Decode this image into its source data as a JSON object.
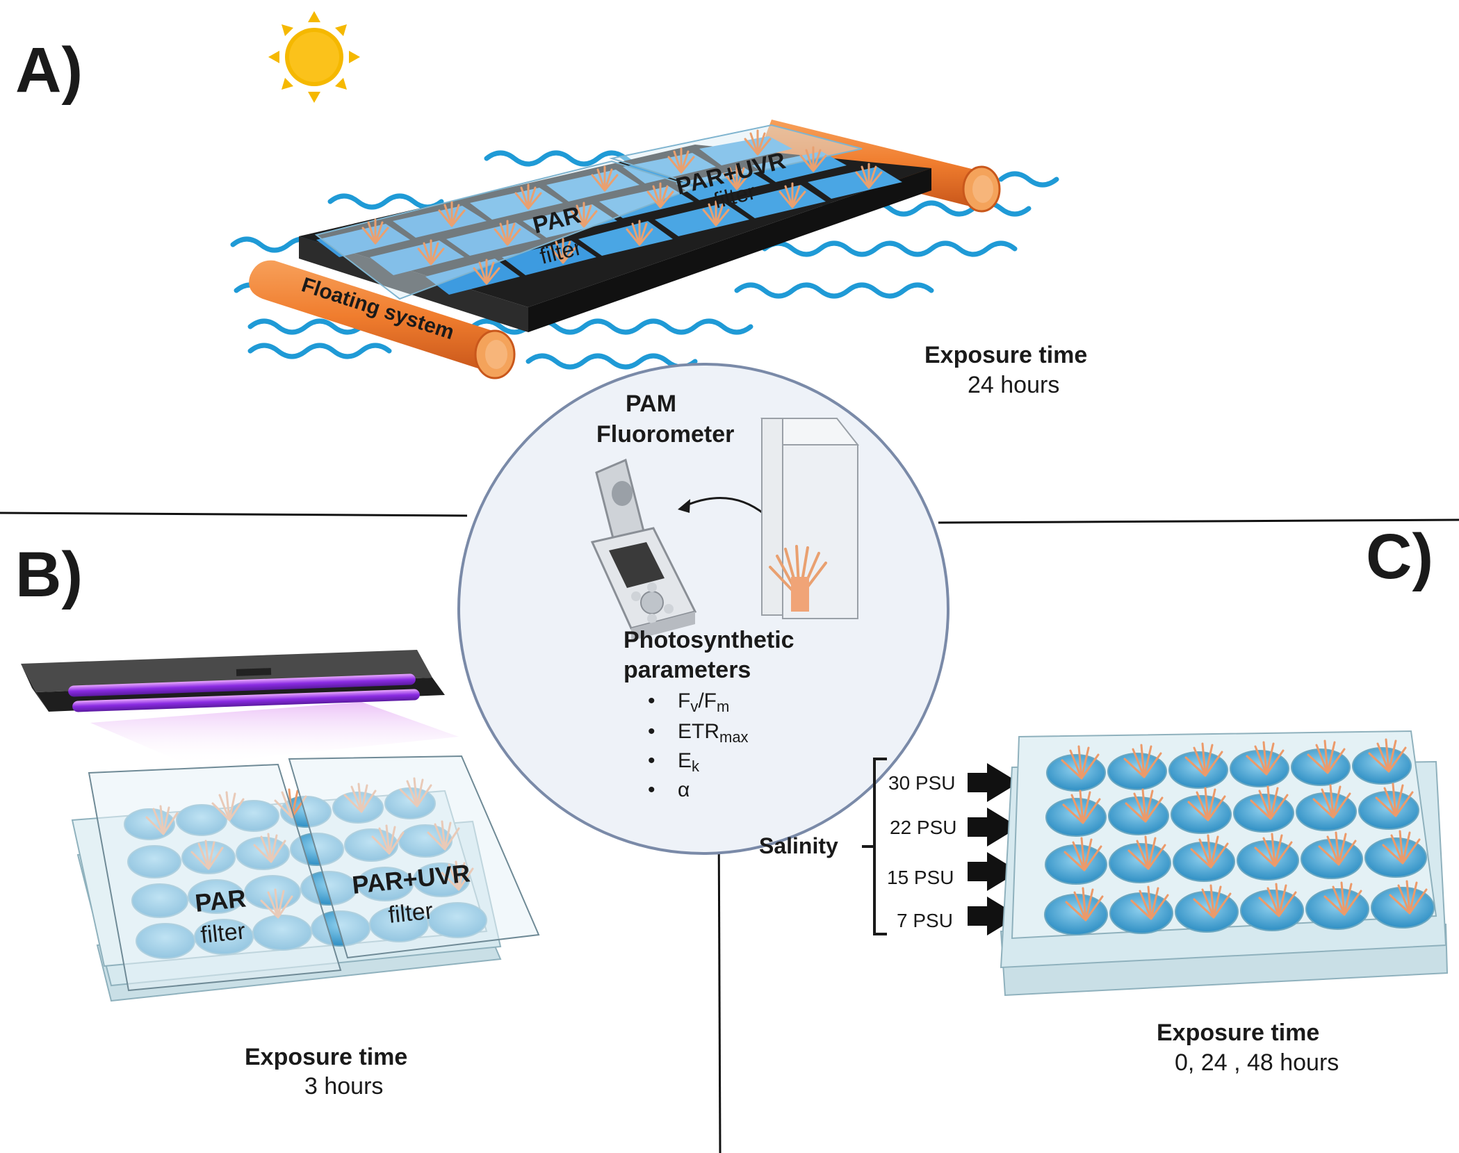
{
  "panels": {
    "a": "A)",
    "b": "B)",
    "c": "C)"
  },
  "panel_a": {
    "float_label": "Floating system",
    "par_title": "PAR",
    "par_sub": "filter",
    "uvr_title": "PAR+UVR",
    "uvr_sub": "filter",
    "exposure_title": "Exposure time",
    "exposure_value": "24 hours"
  },
  "center": {
    "device_title_1": "PAM",
    "device_title_2": "Fluorometer",
    "params_title_1": "Photosynthetic",
    "params_title_2": "parameters",
    "param_fv": "F",
    "param_fv_sub": "v",
    "param_fm_sep": "/F",
    "param_fm_sub": "m",
    "param_etr": "ETR",
    "param_etr_sub": "max",
    "param_ek": "E",
    "param_ek_sub": "k",
    "param_alpha": "α",
    "bullet": "•"
  },
  "panel_b": {
    "par_title": "PAR",
    "par_sub": "filter",
    "uvr_title": "PAR+UVR",
    "uvr_sub": "filter",
    "exposure_title": "Exposure time",
    "exposure_value": "3 hours"
  },
  "panel_c": {
    "salinity_label": "Salinity",
    "levels": [
      "30 PSU",
      "22 PSU",
      "15 PSU",
      "7 PSU"
    ],
    "exposure_title": "Exposure time",
    "exposure_value": "0, 24 , 48 hours"
  },
  "colors": {
    "water": "#1f9ad6",
    "float": "#f07d2e",
    "tray": "#2b2b2b",
    "anemone": "#f0a477",
    "uv_tube": "#8a2be2",
    "plate": "#cfe4ea",
    "well": "#3fa0cf",
    "circle_border": "#7a8aa8",
    "sun": "#f5b800"
  }
}
